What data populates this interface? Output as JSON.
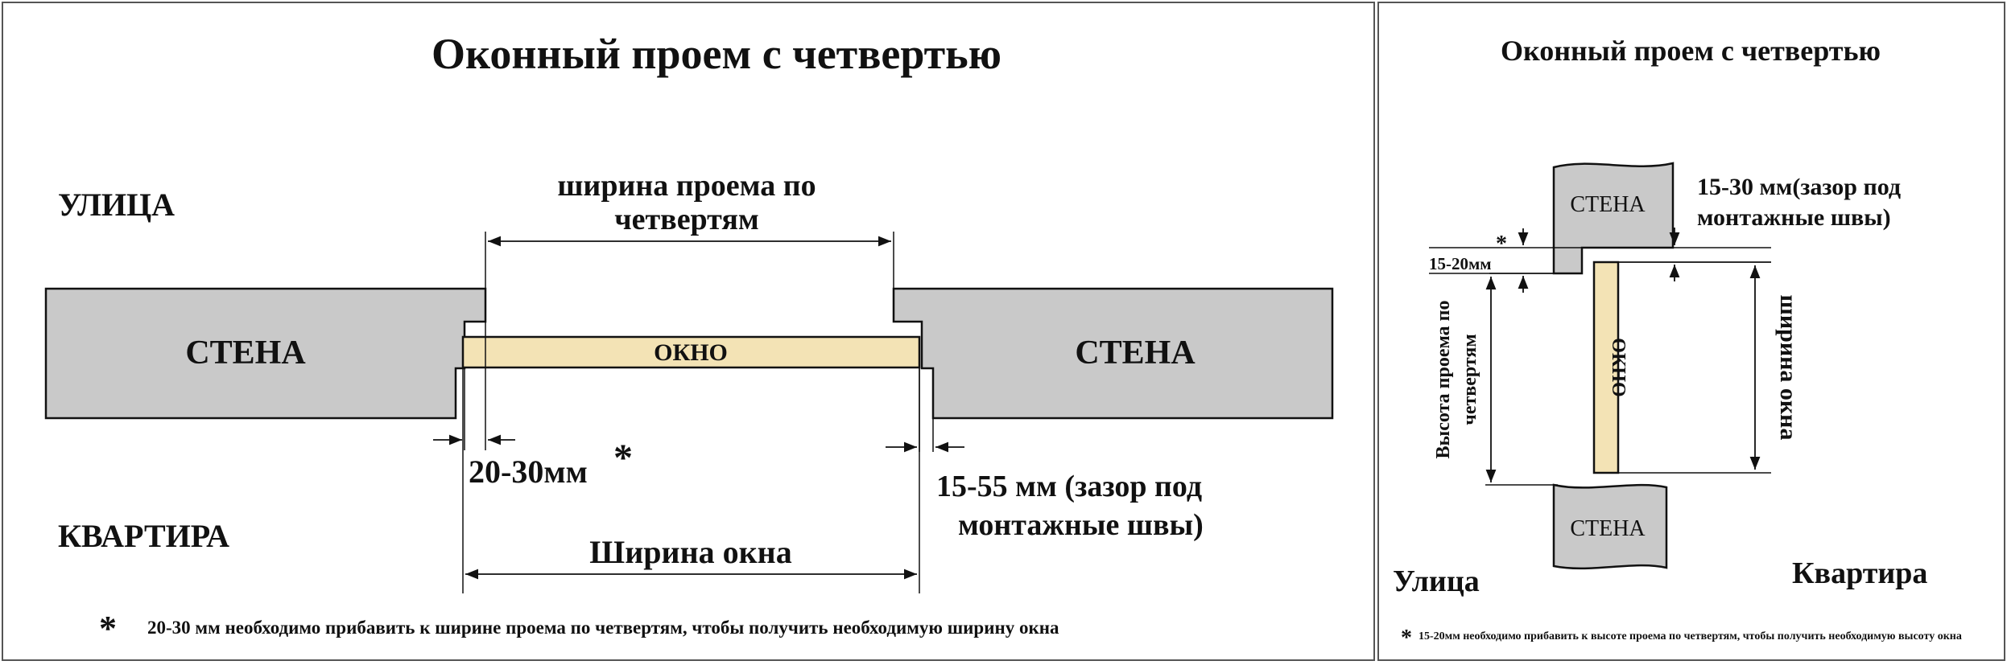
{
  "main": {
    "title": "Оконный проем с четвертью",
    "street_label": "УЛИЦА",
    "apartment_label": "КВАРТИРА",
    "wall_left_label": "СТЕНА",
    "wall_right_label": "СТЕНА",
    "window_label": "ОКНО",
    "opening_width_line1": "ширина проема по",
    "opening_width_line2": "четвертям",
    "quarter_dim_label": "20-30мм",
    "asterisk": "*",
    "gap_line1": "15-55 мм (зазор под",
    "gap_line2": "монтажные швы)",
    "window_width_label": "Ширина окна",
    "footnote_star": "*",
    "footnote_text": "20-30 мм необходимо прибавить к ширине проема по четвертям, чтобы получить необходимую ширину окна"
  },
  "side": {
    "title": "Оконный проем с четвертью",
    "wall_top_label": "СТЕНА",
    "wall_bottom_label": "СТЕНА",
    "window_label": "ОКНО",
    "gap_line1": "15-30 мм(зазор под",
    "gap_line2": "монтажные швы)",
    "asterisk": "*",
    "quarter_dim_label": "15-20мм",
    "height_line1": "Высота проема по",
    "height_line2": "четвертям",
    "window_width_label": "ширина окна",
    "street_label": "Улица",
    "apartment_label": "Квартира",
    "footnote_star": "*",
    "footnote_text": "15-20мм необходимо прибавить к высоте проема по четвертям, чтобы получить необходимую высоту окна"
  },
  "colors": {
    "wall": "#c9c9c9",
    "window": "#f3e3b5",
    "line": "#111111",
    "border": "#555555"
  }
}
